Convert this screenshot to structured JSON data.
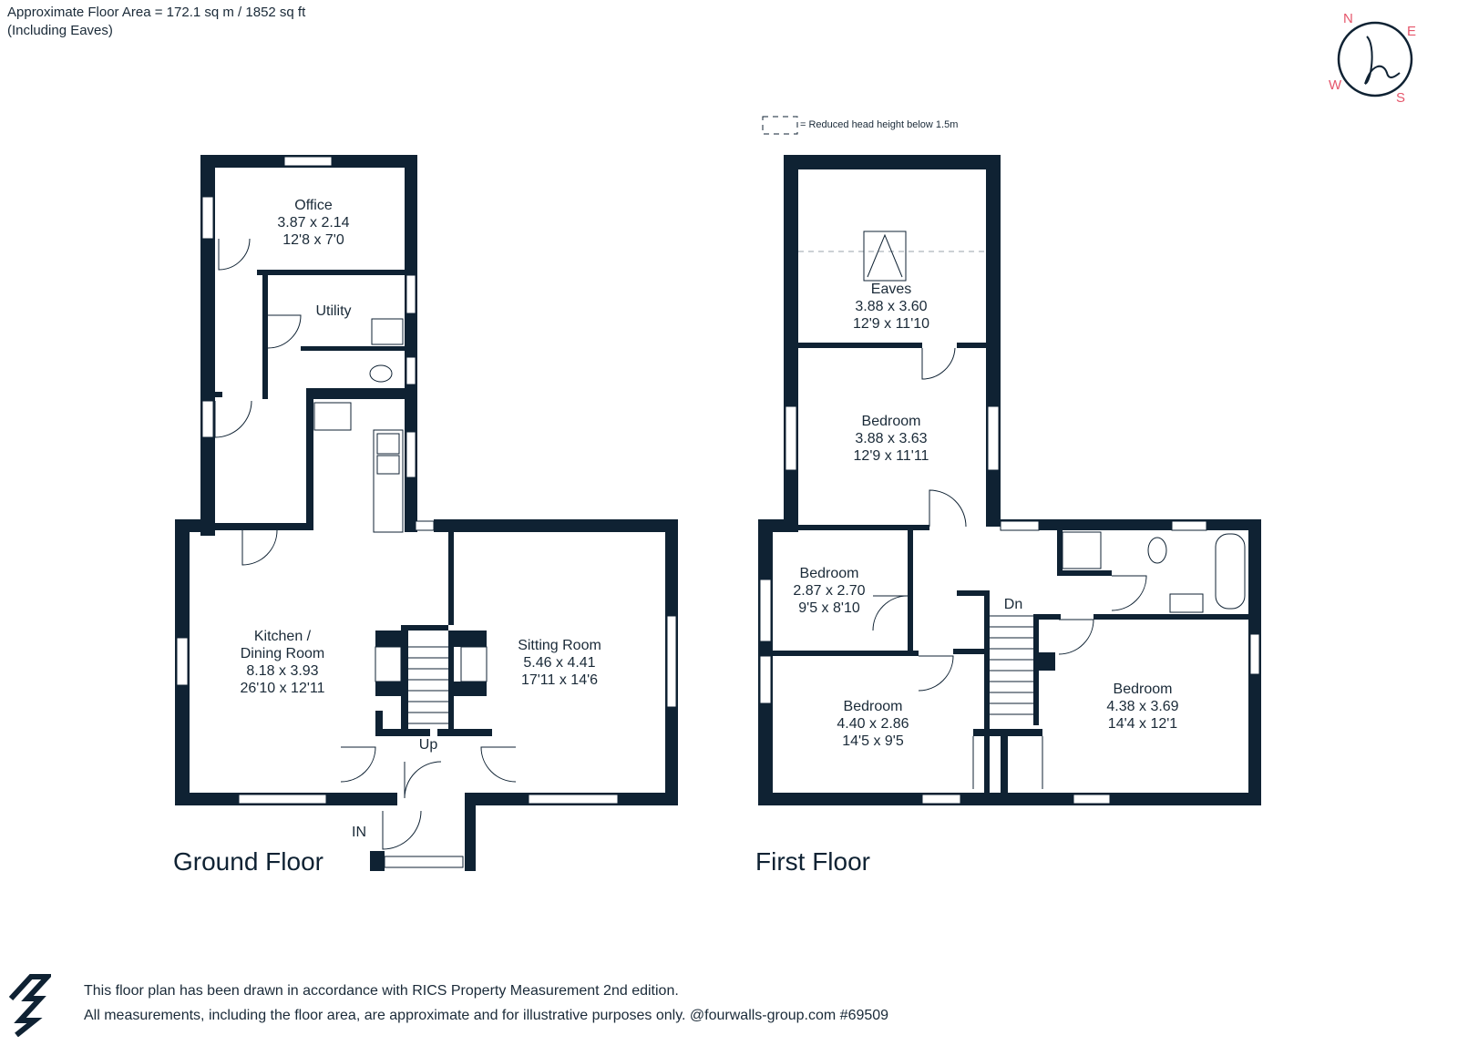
{
  "header": {
    "area_line": "Approximate Floor Area = 172.1 sq m / 1852 sq ft",
    "note_line": "(Including Eaves)"
  },
  "legend": {
    "text": "= Reduced head height below 1.5m"
  },
  "compass": {
    "n": "N",
    "e": "E",
    "w": "W",
    "s": "S",
    "color": "#e5566b"
  },
  "floors": {
    "ground": {
      "title": "Ground Floor",
      "rooms": {
        "office": {
          "name": "Office",
          "metric": "3.87 x 2.14",
          "imperial": "12'8 x 7'0"
        },
        "utility": {
          "name": "Utility"
        },
        "kitchen": {
          "name1": "Kitchen /",
          "name2": "Dining Room",
          "metric": "8.18 x 3.93",
          "imperial": "26'10 x 12'11"
        },
        "sitting": {
          "name": "Sitting Room",
          "metric": "5.46 x 4.41",
          "imperial": "17'11 x 14'6"
        }
      },
      "stairs_label": "Up",
      "entrance_label": "IN"
    },
    "first": {
      "title": "First Floor",
      "rooms": {
        "eaves": {
          "name": "Eaves",
          "metric": "3.88 x 3.60",
          "imperial": "12'9 x 11'10"
        },
        "bedroom_top": {
          "name": "Bedroom",
          "metric": "3.88 x 3.63",
          "imperial": "12'9 x 11'11"
        },
        "bedroom_small": {
          "name": "Bedroom",
          "metric": "2.87 x 2.70",
          "imperial": "9'5 x 8'10"
        },
        "bedroom_bl": {
          "name": "Bedroom",
          "metric": "4.40 x 2.86",
          "imperial": "14'5 x 9'5"
        },
        "bedroom_br": {
          "name": "Bedroom",
          "metric": "4.38 x 3.69",
          "imperial": "14'4 x 12'1"
        }
      },
      "stairs_label": "Dn"
    }
  },
  "footer": {
    "line1": "This floor plan has been drawn in accordance with RICS Property Measurement 2nd edition.",
    "line2": "All measurements, including the floor area, are approximate and for illustrative purposes only. @fourwalls-group.com #69509"
  },
  "colors": {
    "wall": "#0f2233",
    "accent": "#e5566b"
  }
}
